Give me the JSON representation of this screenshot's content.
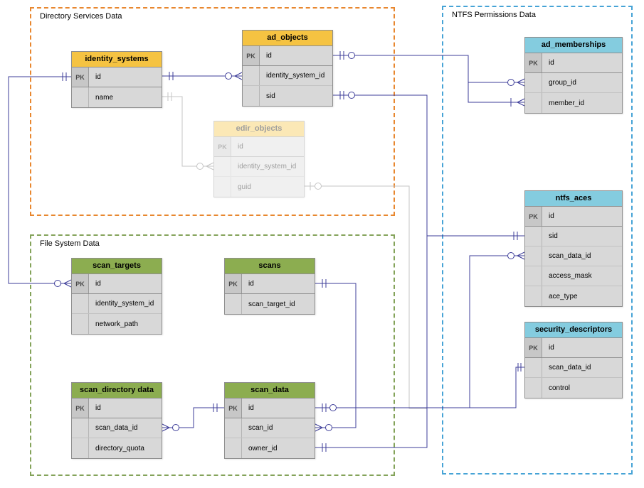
{
  "diagram": {
    "groups": {
      "directory_services": {
        "label": "Directory Services Data",
        "border_color": "#E8872F"
      },
      "file_system": {
        "label": "File System Data",
        "border_color": "#84A35A"
      },
      "ntfs_permissions": {
        "label": "NTFS Permissions Data",
        "border_color": "#46A3D6"
      }
    },
    "colors": {
      "yellow_header": "#F5C342",
      "green_header": "#8CAD50",
      "cyan_header": "#84CCDF",
      "table_body": "#D8D8D8",
      "connector": "#3D3D99",
      "faded_connector": "#C5C5C5"
    },
    "tables": {
      "identity_systems": {
        "title": "identity_systems",
        "rows": [
          {
            "key": "PK",
            "name": "id"
          },
          {
            "key": "",
            "name": "name"
          }
        ]
      },
      "ad_objects": {
        "title": "ad_objects",
        "rows": [
          {
            "key": "PK",
            "name": "id"
          },
          {
            "key": "",
            "name": "identity_system_id"
          },
          {
            "key": "",
            "name": "sid"
          }
        ]
      },
      "edir_objects": {
        "title": "edir_objects",
        "rows": [
          {
            "key": "PK",
            "name": "id"
          },
          {
            "key": "",
            "name": "identity_system_id"
          },
          {
            "key": "",
            "name": "guid"
          }
        ]
      },
      "ad_memberships": {
        "title": "ad_memberships",
        "rows": [
          {
            "key": "PK",
            "name": "id"
          },
          {
            "key": "",
            "name": "group_id"
          },
          {
            "key": "",
            "name": "member_id"
          }
        ]
      },
      "ntfs_aces": {
        "title": "ntfs_aces",
        "rows": [
          {
            "key": "PK",
            "name": "id"
          },
          {
            "key": "",
            "name": "sid"
          },
          {
            "key": "",
            "name": "scan_data_id"
          },
          {
            "key": "",
            "name": "access_mask"
          },
          {
            "key": "",
            "name": "ace_type"
          }
        ]
      },
      "security_descriptors": {
        "title": "security_descriptors",
        "rows": [
          {
            "key": "PK",
            "name": "id"
          },
          {
            "key": "",
            "name": "scan_data_id"
          },
          {
            "key": "",
            "name": "control"
          }
        ]
      },
      "scan_targets": {
        "title": "scan_targets",
        "rows": [
          {
            "key": "PK",
            "name": "id"
          },
          {
            "key": "",
            "name": "identity_system_id"
          },
          {
            "key": "",
            "name": "network_path"
          }
        ]
      },
      "scans": {
        "title": "scans",
        "rows": [
          {
            "key": "PK",
            "name": "id"
          },
          {
            "key": "",
            "name": "scan_target_id"
          }
        ]
      },
      "scan_directory_data": {
        "title": "scan_directory data",
        "rows": [
          {
            "key": "PK",
            "name": "id"
          },
          {
            "key": "",
            "name": "scan_data_id"
          },
          {
            "key": "",
            "name": "directory_quota"
          }
        ]
      },
      "scan_data": {
        "title": "scan_data",
        "rows": [
          {
            "key": "PK",
            "name": "id"
          },
          {
            "key": "",
            "name": "scan_id"
          },
          {
            "key": "",
            "name": "owner_id"
          }
        ]
      }
    }
  }
}
